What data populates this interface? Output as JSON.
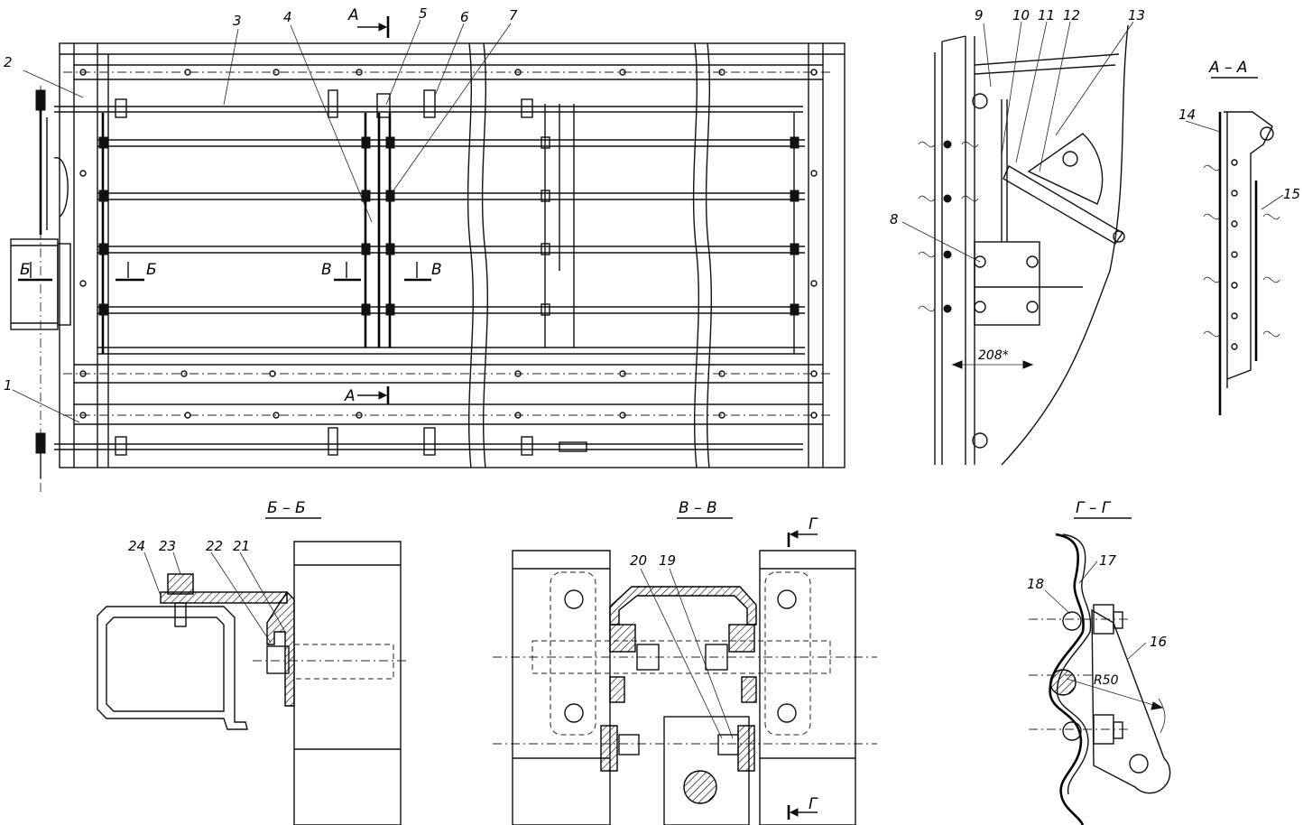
{
  "callouts": [
    "1",
    "2",
    "3",
    "4",
    "5",
    "6",
    "7",
    "8",
    "9",
    "10",
    "11",
    "12",
    "13",
    "14",
    "15",
    "16",
    "17",
    "18",
    "19",
    "20",
    "21",
    "22",
    "23",
    "24"
  ],
  "section_marks": {
    "A": "А",
    "B": "Б",
    "V": "В",
    "G": "Г"
  },
  "section_titles": {
    "aa": "А – А",
    "bb": "Б – Б",
    "vv": "В – В",
    "gg": "Г – Г"
  },
  "dimensions": {
    "width_208": "208*",
    "radius": "R50"
  }
}
